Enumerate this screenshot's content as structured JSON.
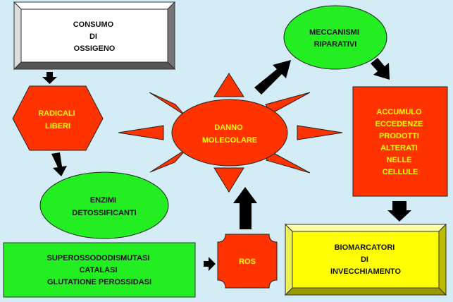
{
  "colors": {
    "background": "#d4ecf5",
    "red": "#ff3300",
    "green": "#22ee22",
    "yellow": "#ffff00",
    "white": "#ffffff",
    "arrow": "#000000",
    "yellow_text": "#ffff00",
    "dark_text": "#111111"
  },
  "nodes": {
    "consumo": {
      "lines": [
        "CONSUMO",
        "DI",
        "OSSIGENO"
      ]
    },
    "radicali": {
      "lines": [
        "RADICALI",
        "LIBERI"
      ]
    },
    "enzimi": {
      "lines": [
        "ENZIMI",
        "DETOSSIFICANTI"
      ]
    },
    "superosso": {
      "lines": [
        "SUPEROSSODODISMUTASI",
        "CATALASI",
        "GLUTATIONE PEROSSIDASI"
      ]
    },
    "ros": {
      "lines": [
        "ROS"
      ]
    },
    "danno": {
      "lines": [
        "DANNO",
        "MOLECOLARE"
      ]
    },
    "meccanismi": {
      "lines": [
        "MECCANISMI",
        "RIPARATIVI"
      ]
    },
    "accumulo": {
      "lines": [
        "ACCUMULO",
        "ECCEDENZE",
        "PRODOTTI",
        "ALTERATI",
        "NELLE",
        "CELLULE"
      ]
    },
    "biomarcatori": {
      "lines": [
        "BIOMARCATORI",
        "DI",
        "INVECCHIAMENTO"
      ]
    }
  }
}
